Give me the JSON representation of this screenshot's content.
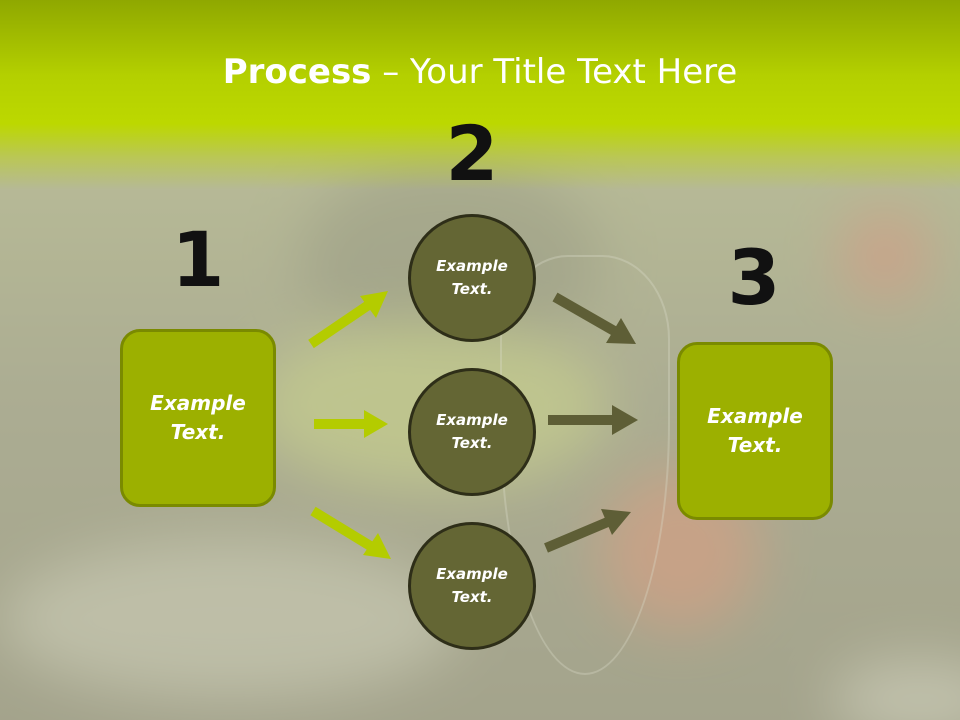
{
  "title": {
    "bold": "Process",
    "rest": " – Your Title Text Here"
  },
  "steps": [
    "1",
    "2",
    "3"
  ],
  "left_box": {
    "line1": "Example",
    "line2": "Text."
  },
  "right_box": {
    "line1": "Example",
    "line2": "Text."
  },
  "circles": [
    {
      "line1": "Example",
      "line2": "Text."
    },
    {
      "line1": "Example",
      "line2": "Text."
    },
    {
      "line1": "Example",
      "line2": "Text."
    }
  ],
  "colors": {
    "title_band": "#b4d000",
    "box_fill": "#9cb000",
    "circle_fill": "#646634",
    "left_arrows": "#b4cc00",
    "right_arrows": "#5e5e36"
  }
}
